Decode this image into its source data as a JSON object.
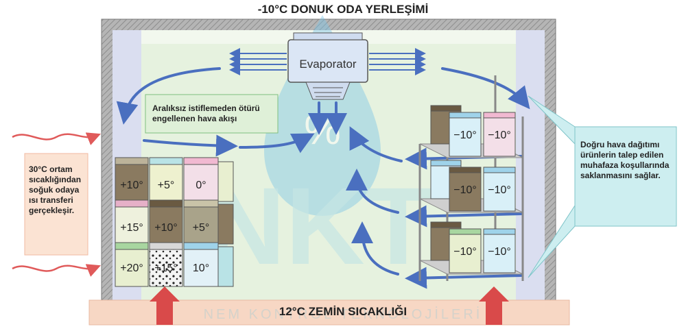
{
  "title": "-10°C DONUK ODA YERLEŞİMİ",
  "evaporator_label": "Evaporator",
  "blocked_note": "Aralıksız istiflemeden ötürü engellenen hava akışı",
  "heat_note": "30°C ortam sıcaklığından soğuk odaya ısı transferi gerçekleşir.",
  "distribution_note": "Doğru hava dağıtımı ürünlerin talep edilen muhafaza koşullarında saklanmasını sağlar.",
  "floor_label": "12°C ZEMİN SICAKLIĞI",
  "watermark_text": "NEM KONTROL TEKNOLOJİLERİ",
  "left_stack_labels": [
    "+10°",
    "+5°",
    "0°",
    "+15°",
    "+10°",
    "+5°",
    "+20°",
    "+15°",
    "10°"
  ],
  "shelf_labels": [
    "−10°",
    "−10°",
    "−10°",
    "−10°",
    "−10°",
    "−10°"
  ],
  "colors": {
    "wall": "#a0a0a0",
    "room_air": "#e6f2df",
    "airflow_arrow": "#4a6fbf",
    "heat_arrow": "#e05a5a",
    "floor_arrow": "#d94a4a",
    "floor_band": "#f7d7c4",
    "note_box": "#fbe3d3",
    "callout": "#cdeef0",
    "blocked_box": "#dff0d8"
  }
}
